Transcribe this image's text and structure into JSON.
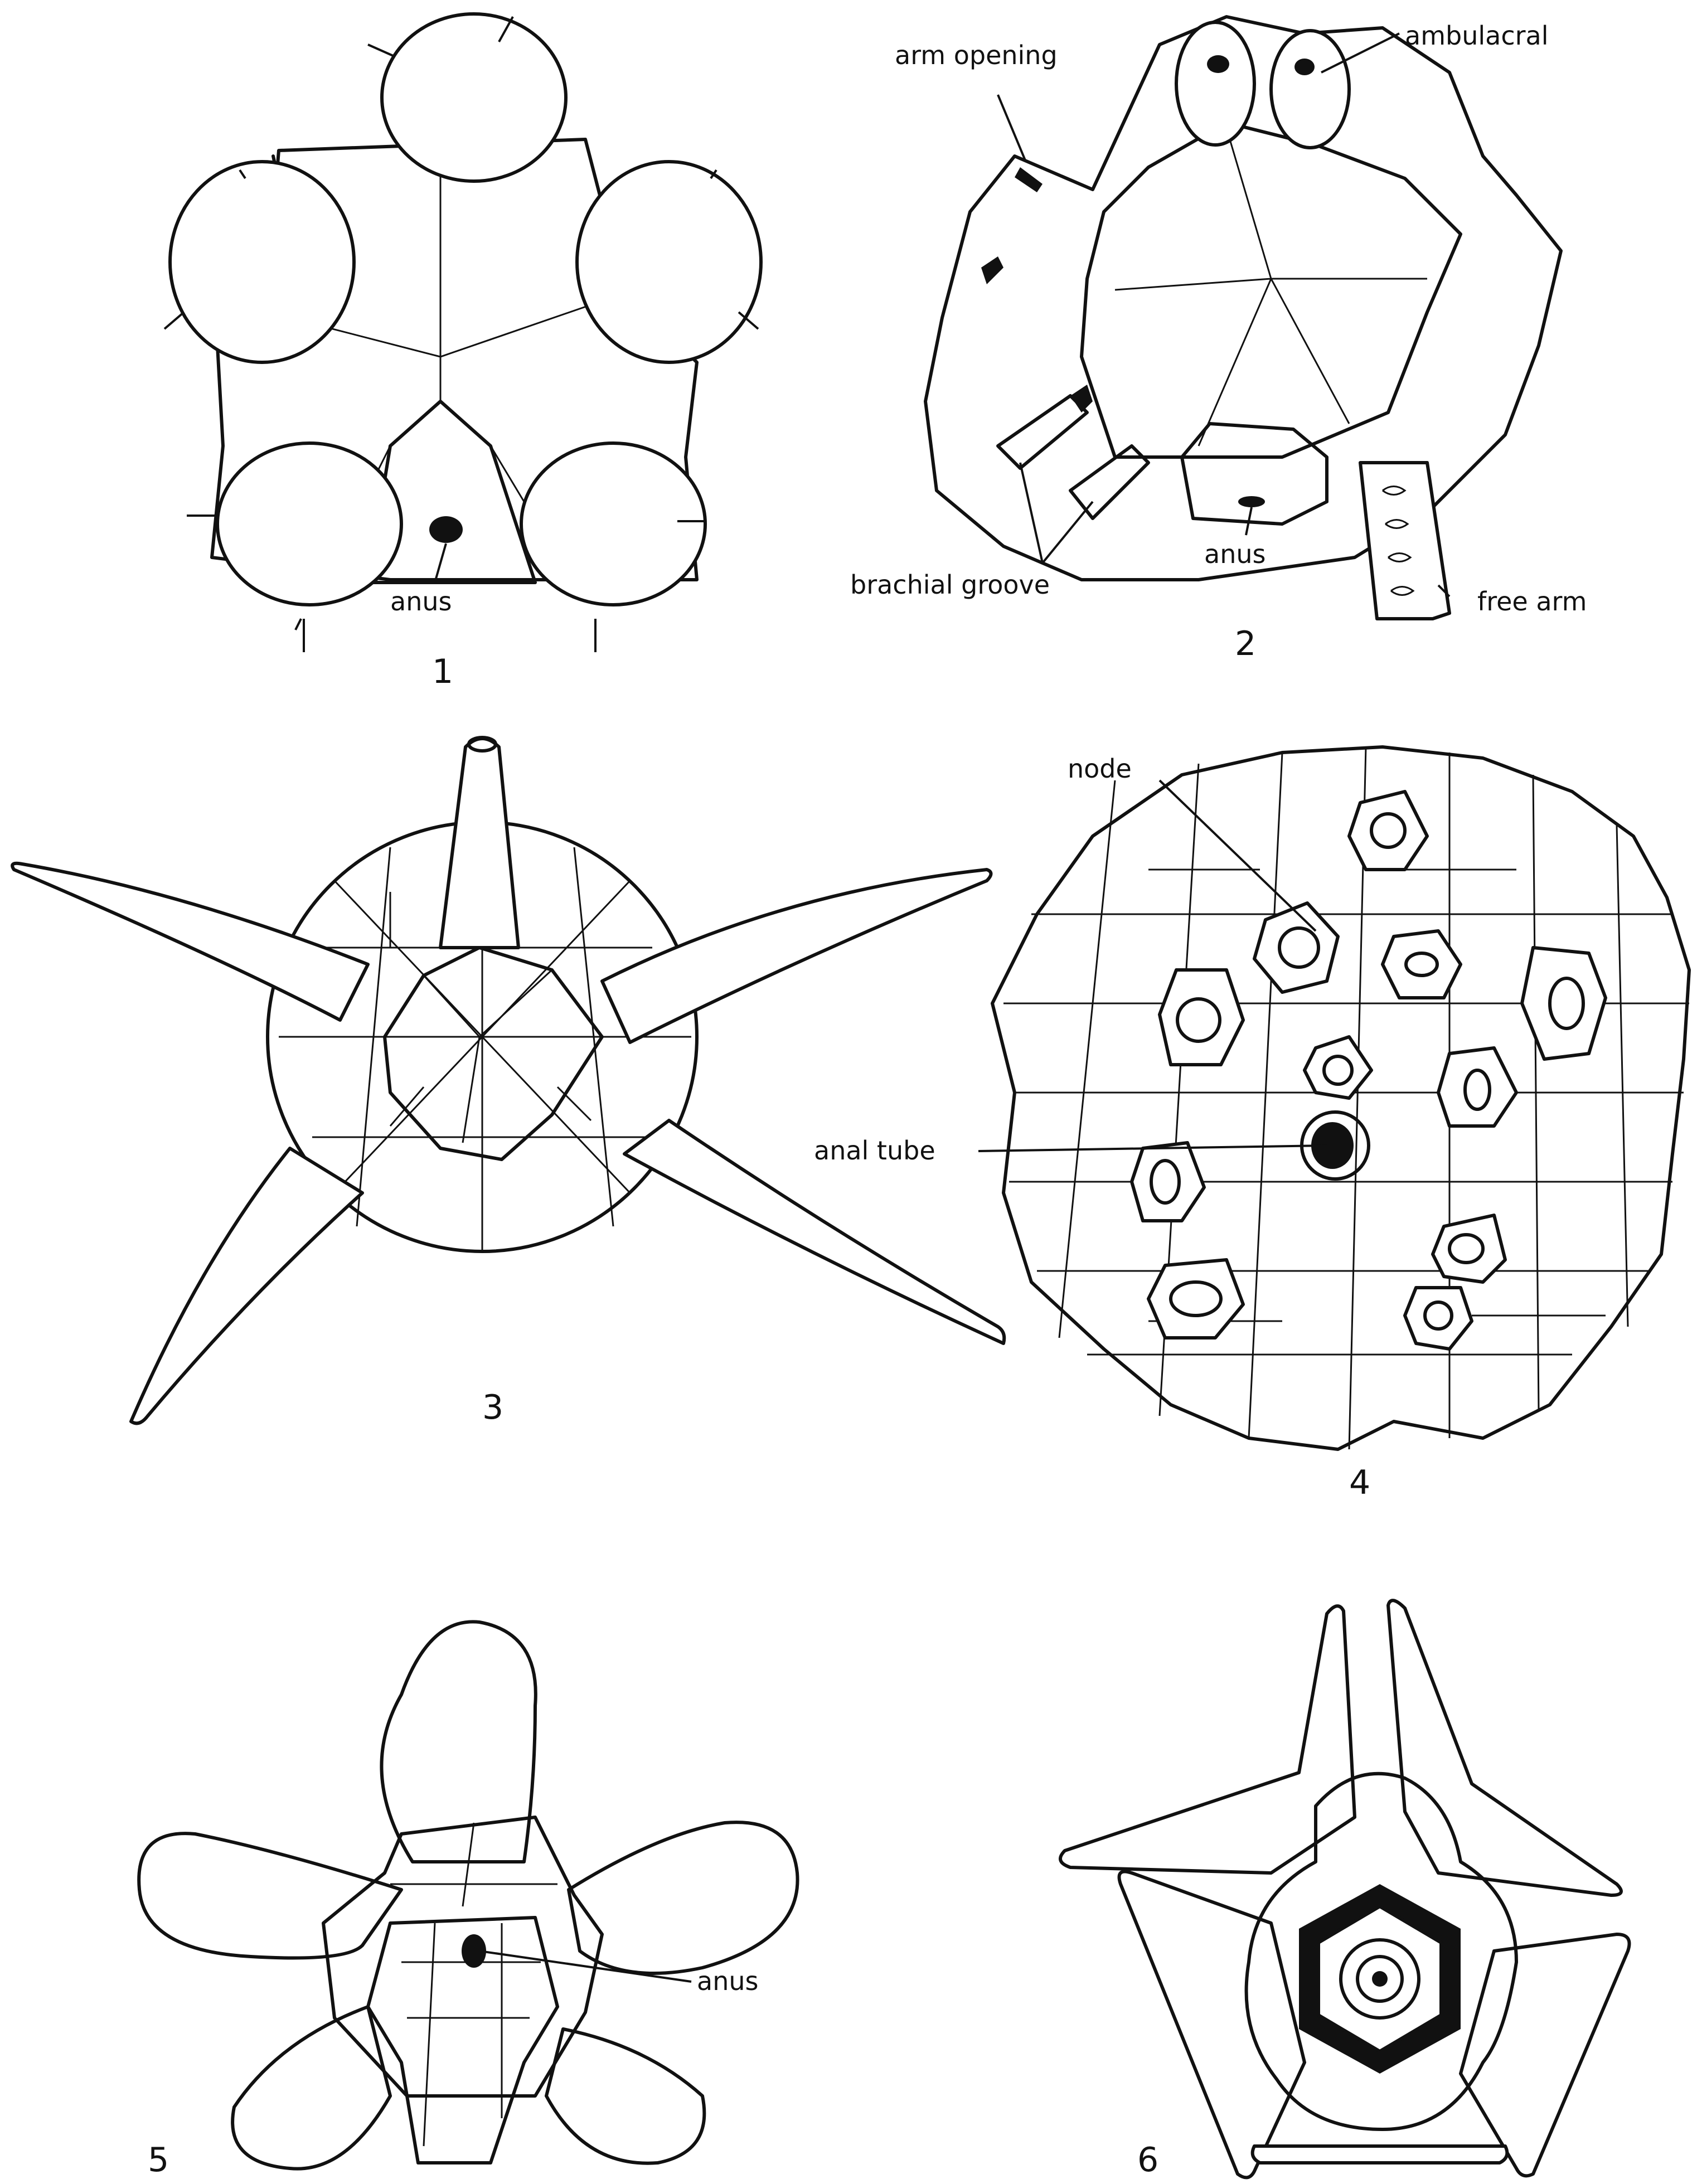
{
  "figures": [
    {
      "number": "1",
      "labels": {
        "anus": "anus"
      }
    },
    {
      "number": "2",
      "labels": {
        "arm_opening": "arm opening",
        "ambulacral": "ambulacral",
        "brachial_groove": "brachial groove",
        "anus": "anus",
        "free_arm": "free arm"
      }
    },
    {
      "number": "3",
      "labels": {}
    },
    {
      "number": "4",
      "labels": {
        "node": "node",
        "anal_tube": "anal tube"
      }
    },
    {
      "number": "5",
      "labels": {
        "anus": "anus"
      }
    },
    {
      "number": "6",
      "labels": {}
    }
  ],
  "colors": {
    "ink": "#111111",
    "paper": "#ffffff"
  }
}
